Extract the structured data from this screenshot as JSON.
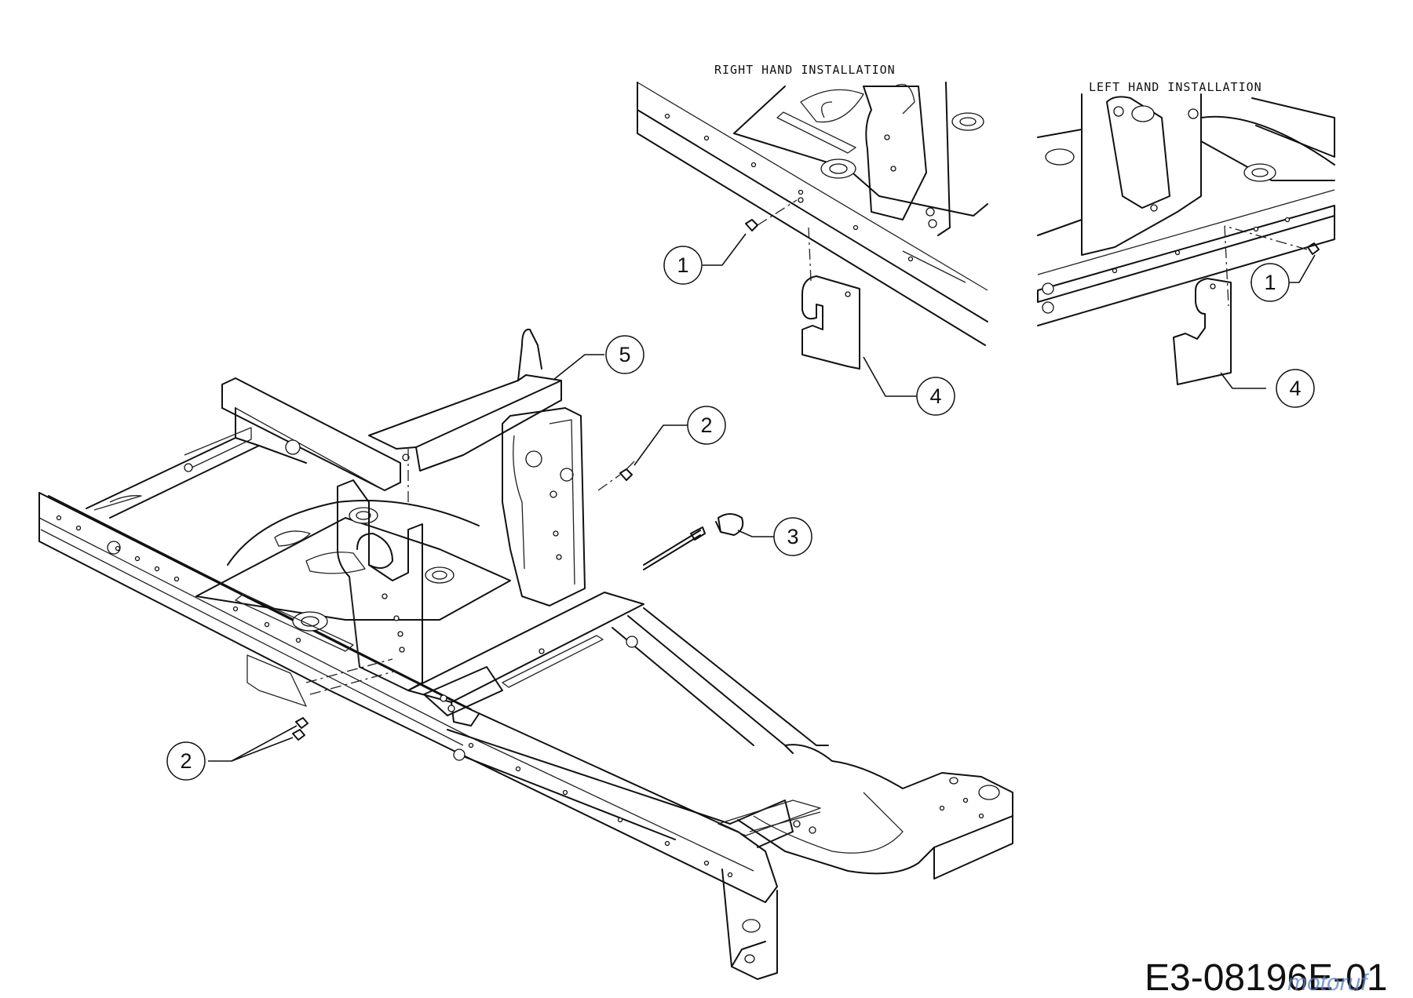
{
  "captions": {
    "right_hand": "RIGHT HAND INSTALLATION",
    "left_hand": "LEFT HAND INSTALLATION"
  },
  "callouts": [
    {
      "name": "callout-1-right",
      "label": "1"
    },
    {
      "name": "callout-4-right",
      "label": "4"
    },
    {
      "name": "callout-1-left",
      "label": "1"
    },
    {
      "name": "callout-4-left",
      "label": "4"
    },
    {
      "name": "callout-5",
      "label": "5"
    },
    {
      "name": "callout-2-upper",
      "label": "2"
    },
    {
      "name": "callout-3",
      "label": "3"
    },
    {
      "name": "callout-2-lower",
      "label": "2"
    }
  ],
  "drawing_number": "E3-08196E-01",
  "watermark": "motoruf"
}
